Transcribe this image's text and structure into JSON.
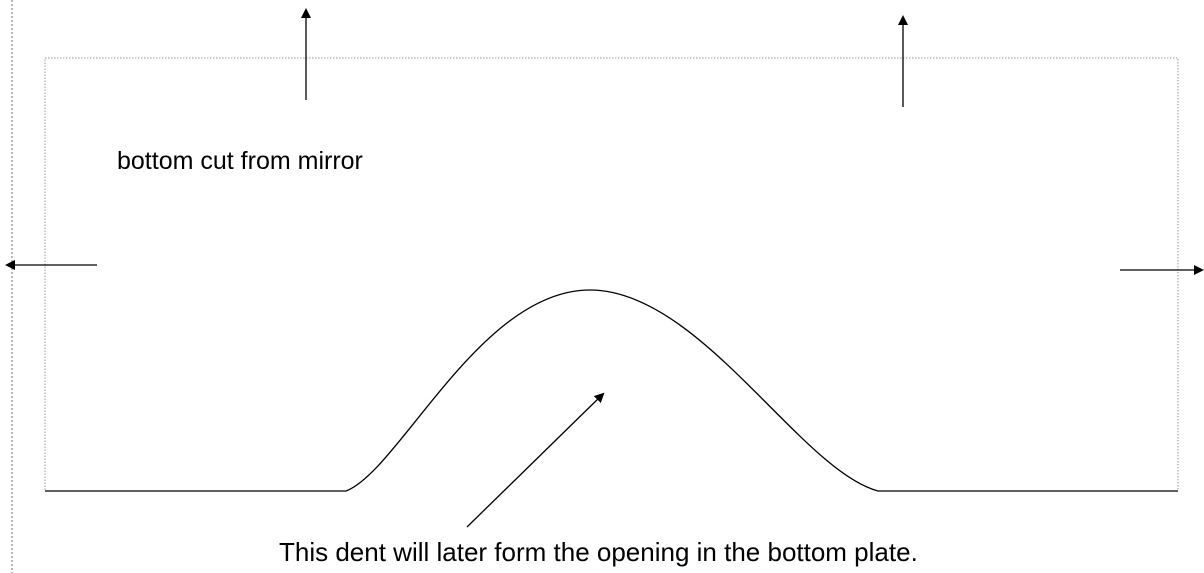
{
  "diagram": {
    "title_note": "bottom cut from mirror",
    "dent_note": "This dent will later form the opening in the bottom plate.",
    "colors": {
      "stroke": "#000000",
      "guide": "#8a8a8a",
      "background": "#ffffff"
    },
    "arrows": [
      "up",
      "up",
      "left",
      "right",
      "dent-pointer"
    ]
  }
}
